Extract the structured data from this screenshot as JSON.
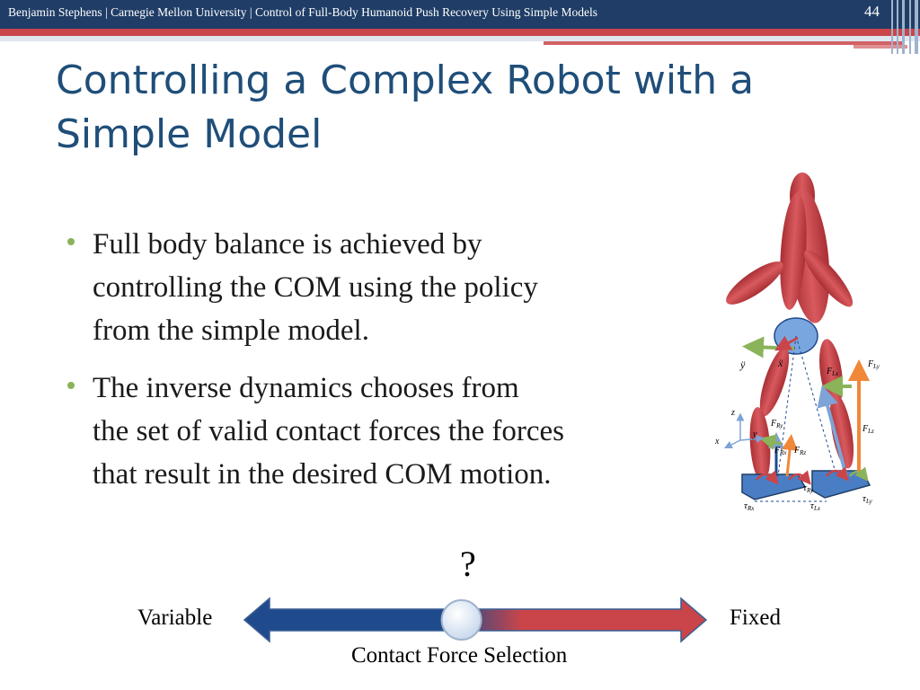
{
  "header": {
    "text": "Benjamin Stephens | Carnegie Mellon University | Control of Full-Body Humanoid Push Recovery Using Simple Models",
    "slide_number": "44"
  },
  "title": {
    "line1": "Controlling a Complex Robot with a",
    "line2": "Simple Model"
  },
  "bullets": [
    {
      "lines": [
        "Full body balance is achieved by",
        "controlling the COM using the policy",
        "from the simple model."
      ]
    },
    {
      "lines": [
        "The inverse dynamics chooses from",
        "the set of valid contact forces the forces",
        "that result in the desired COM motion."
      ]
    }
  ],
  "figure": {
    "labels": {
      "ydd": "ÿ",
      "xdd": "ẍ",
      "z": "z",
      "x": "x",
      "y": "y",
      "FLy": "F",
      "FLy_sub": "Ly",
      "FLx": "F",
      "FLx_sub": "Lx",
      "FLz": "F",
      "FLz_sub": "Lz",
      "FRy": "F",
      "FRy_sub": "Ry",
      "FRx": "F",
      "FRx_sub": "Rx",
      "FRz": "F",
      "FRz_sub": "Rz",
      "tRx": "τ",
      "tRx_sub": "Rx",
      "tRy": "τ",
      "tRy_sub": "Ry",
      "tLx": "τ",
      "tLx_sub": "Lx",
      "tLy": "τ",
      "tLy_sub": "Ly"
    }
  },
  "slider": {
    "question": "?",
    "left_label": "Variable",
    "right_label": "Fixed",
    "caption": "Contact Force Selection",
    "position_fraction": 0.47
  },
  "colors": {
    "header": "#1f3d66",
    "title": "#1f4e79",
    "bullet": "#8ab35a",
    "robot_red": "#c9454a",
    "arrow_blue": "#1f4a8c",
    "arrow_red": "#c9454a"
  }
}
